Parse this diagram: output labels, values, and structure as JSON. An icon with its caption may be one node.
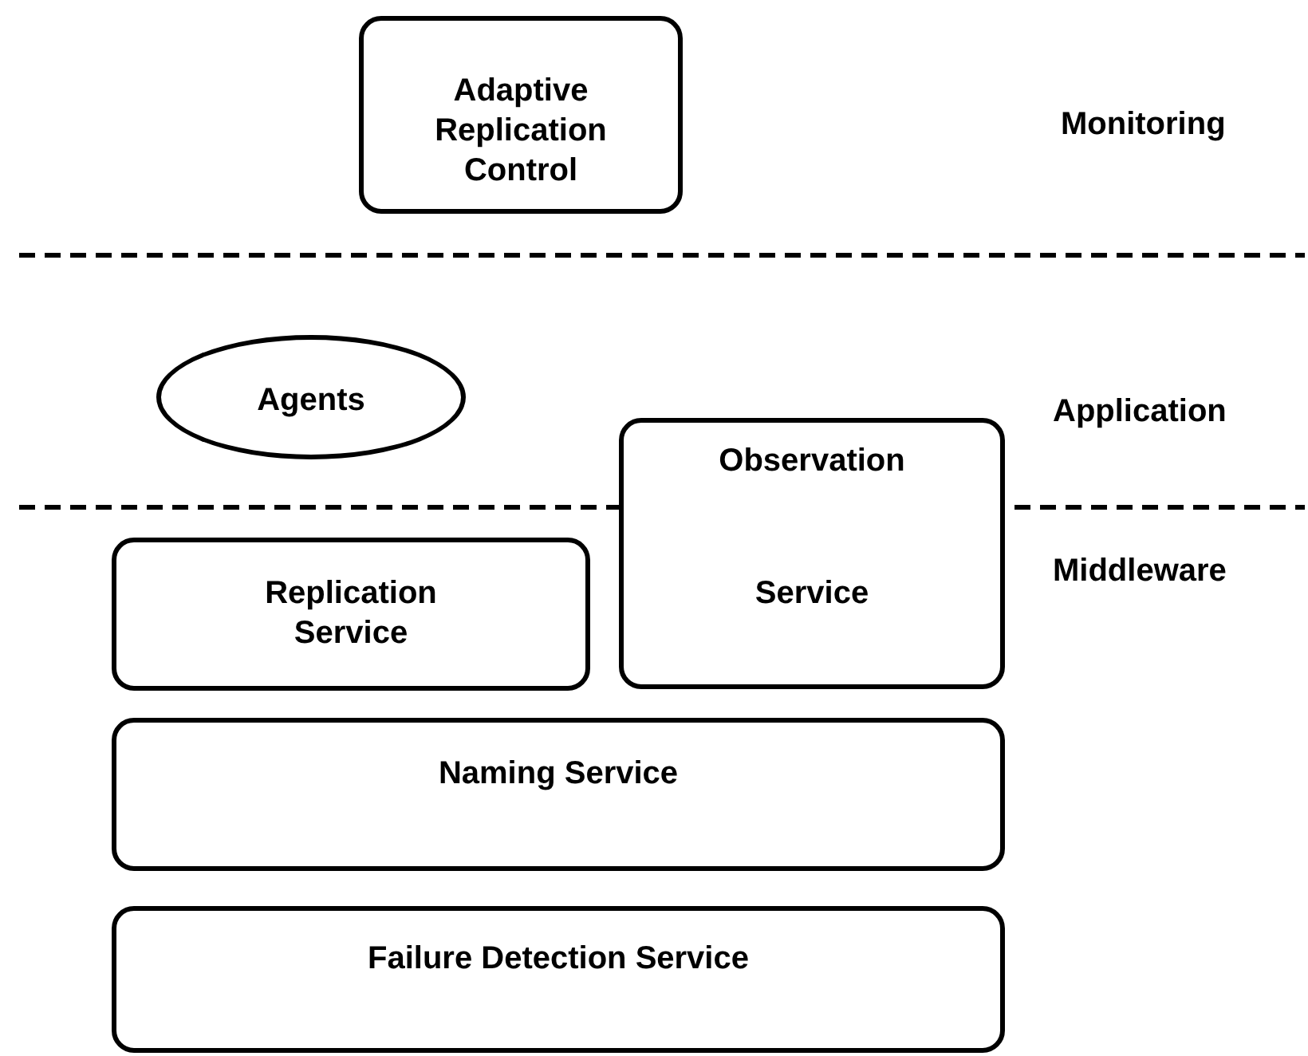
{
  "diagram": {
    "nodes": [
      {
        "text": [
          "Adaptive Replication Control"
        ]
      },
      {
        "text": [
          "Agents"
        ]
      },
      {
        "text": [
          "Observation",
          "Service"
        ]
      },
      {
        "text": [
          "Replication Service"
        ]
      },
      {
        "text": [
          "Naming Service"
        ]
      },
      {
        "text": [
          "Failure Detection Service"
        ]
      }
    ],
    "labels": [
      "Monitoring",
      "Application",
      "Middleware"
    ]
  }
}
